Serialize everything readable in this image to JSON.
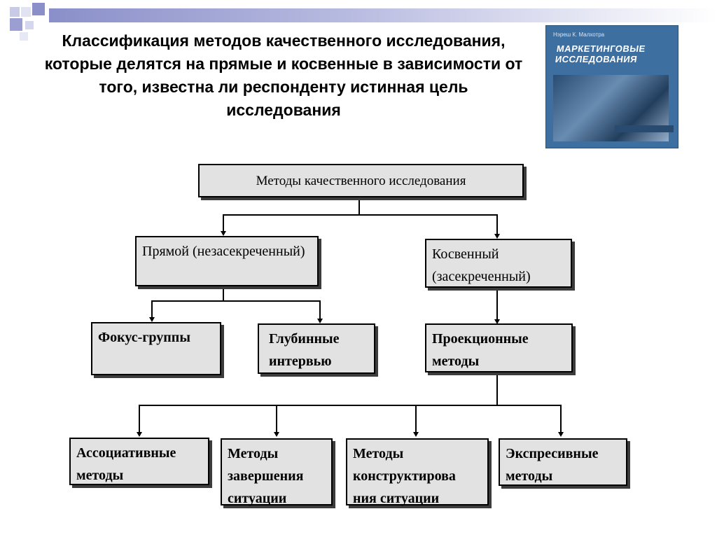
{
  "title": "Классификация методов качественного исследования, которые делятся на прямые и косвенные в зависимости от того, известна ли респонденту истинная цель исследования",
  "book": {
    "author": "Нэреш К. Малхотра",
    "title_line1": "МАРКЕТИНГОВЫЕ",
    "title_line2": "ИССЛЕДОВАНИЯ"
  },
  "diagram": {
    "root": "Методы качественного исследования",
    "direct": "Прямой (незасекреченный)",
    "indirect": "Косвенный (засекреченный)",
    "focus_groups": "Фокус-группы",
    "depth_interviews": "Глубинные интервью",
    "projective": "Проекционные методы",
    "associative": "Ассоциативные методы",
    "completion": "Методы завершения ситуации",
    "construction": "Методы конструктирова ния ситуации",
    "expressive": "Экспресивные методы"
  },
  "colors": {
    "header_bar": "#8a8fc9",
    "box_fill": "#e2e2e2",
    "book_cover": "#3e6fa1"
  }
}
